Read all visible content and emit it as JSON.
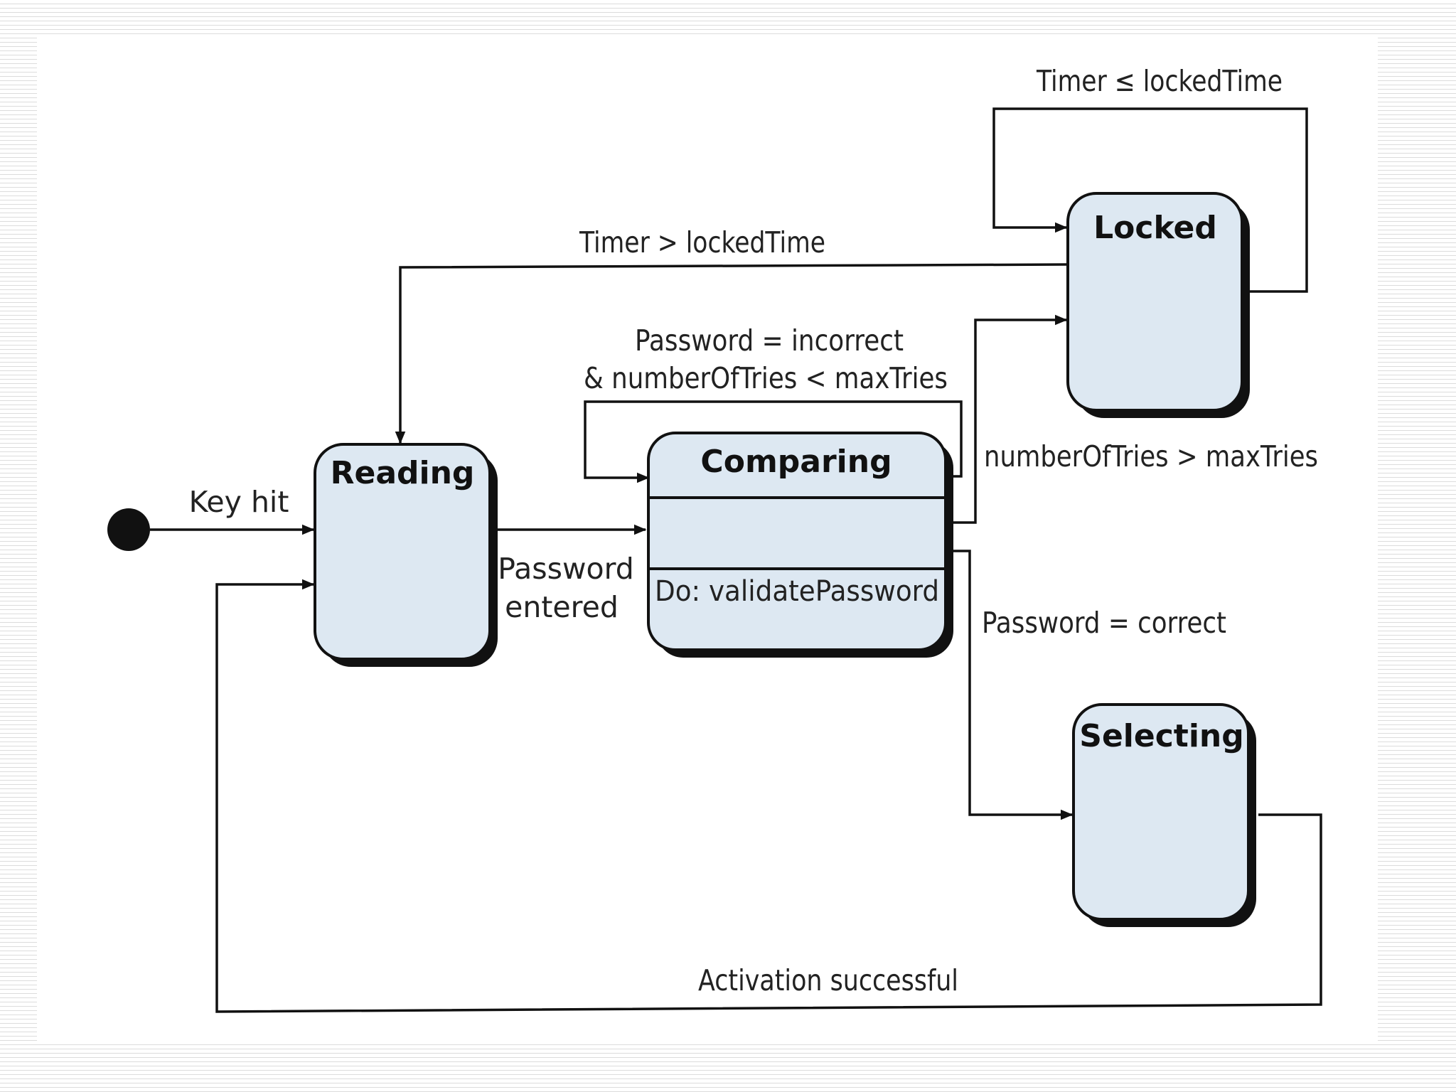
{
  "states": {
    "reading": "Reading",
    "comparing": "Comparing",
    "comparing_activity": "Do: validatePassword",
    "locked": "Locked",
    "selecting": "Selecting"
  },
  "transitions": {
    "key_hit": "Key hit",
    "password_entered_line1": "Password",
    "password_entered_line2": "entered",
    "timer_gt_locked": "Timer > lockedTime",
    "timer_le_locked": "Timer ≤ lockedTime",
    "incorrect_line1": "Password = incorrect",
    "incorrect_line2": "& numberOfTries < maxTries",
    "tries_exceeded": "numberOfTries > maxTries",
    "password_correct": "Password = correct",
    "activation_successful": "Activation successful"
  },
  "colors": {
    "state_fill": "#dde8f2",
    "line": "#111111"
  }
}
